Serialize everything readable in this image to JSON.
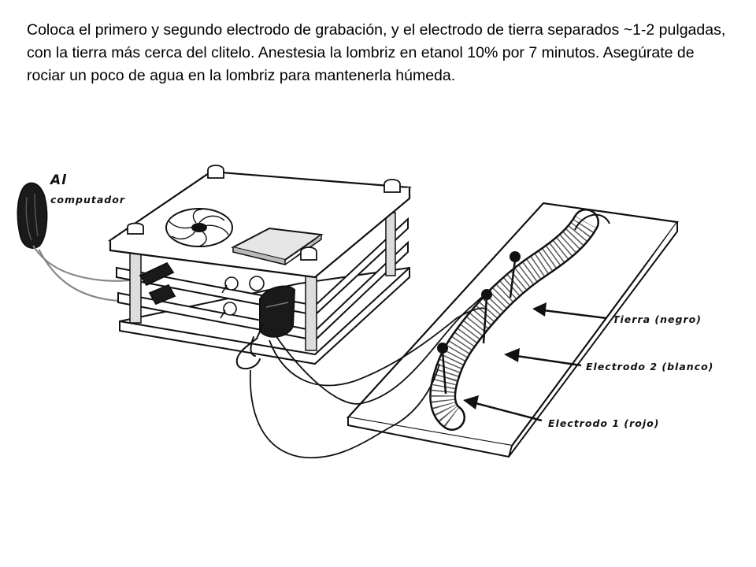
{
  "instructions": "Coloca el primero y segundo electrodo de grabación, y el electrodo de tierra separados ~1-2 pulgadas, con la tierra más cerca del clitelo. Anestesia la lombriz en etanol 10% por 7 minutos. Asegúrate de rociar un poco de agua en la lombriz para mantenerla húmeda.",
  "labels": {
    "computer_line1": "Al",
    "computer_line2": "computador",
    "ground": "Tierra (negro)",
    "electrode2": "Electrodo 2 (blanco)",
    "electrode1": "Electrodo 1 (rojo)"
  },
  "colors": {
    "ink": "#111111",
    "background": "#ffffff"
  }
}
